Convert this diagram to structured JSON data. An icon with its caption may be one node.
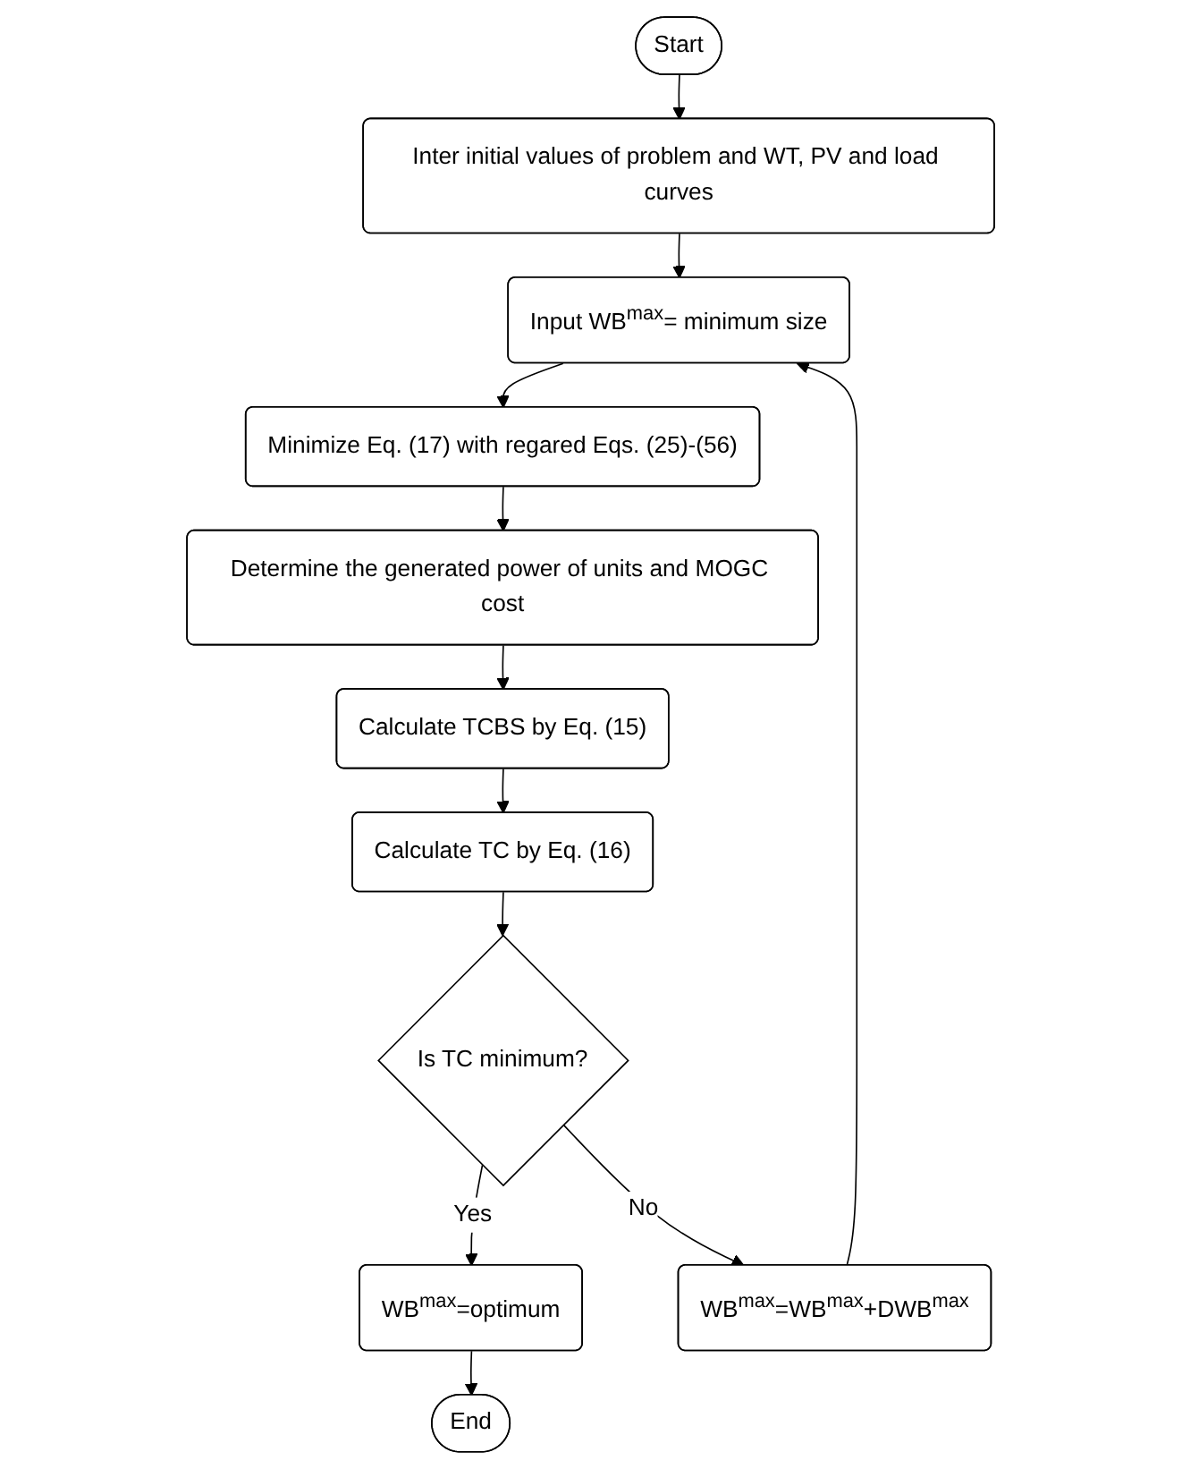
{
  "diagram": {
    "nodes": [
      {
        "text": [
          "Start"
        ]
      },
      {
        "text": [
          "Inter initial values of problem and WT, PV and load curves"
        ]
      },
      {
        "text": [
          "Input WB$^{max}$= minimum size"
        ]
      },
      {
        "text": [
          "Minimize Eq. (17) with regared Eqs. (25)-(56)"
        ]
      },
      {
        "text": [
          "Determine the generated power of units and MOGC cost"
        ]
      },
      {
        "text": [
          "Calculate TCBS by Eq. (15)"
        ]
      },
      {
        "text": [
          "Calculate TC by Eq. (16)"
        ]
      },
      {
        "text": [
          "Is TC minimum?"
        ]
      },
      {
        "text": [
          "WB$^{max}$=optimum"
        ]
      },
      {
        "text": [
          "End"
        ]
      },
      {
        "text": [
          "WB$^{max}$=WB$^{max}$+DWB$^{max}$"
        ]
      }
    ],
    "edges": [
      {
        "from": 0,
        "to": 1,
        "arrow": "to"
      },
      {
        "from": 1,
        "to": 2,
        "arrow": "to"
      },
      {
        "from": 2,
        "to": 3,
        "arrow": "to"
      },
      {
        "from": 3,
        "to": 4,
        "arrow": "to"
      },
      {
        "from": 4,
        "to": 5,
        "arrow": "to"
      },
      {
        "from": 5,
        "to": 6,
        "arrow": "to"
      },
      {
        "from": 6,
        "to": 7,
        "arrow": "to"
      },
      {
        "from": 7,
        "to": 8,
        "arrow": "to",
        "label": "Yes"
      },
      {
        "from": 8,
        "to": 9,
        "arrow": "to"
      },
      {
        "from": 7,
        "to": 10,
        "arrow": "to",
        "label": "No"
      },
      {
        "from": 10,
        "to": 2,
        "arrow": "to"
      }
    ]
  }
}
